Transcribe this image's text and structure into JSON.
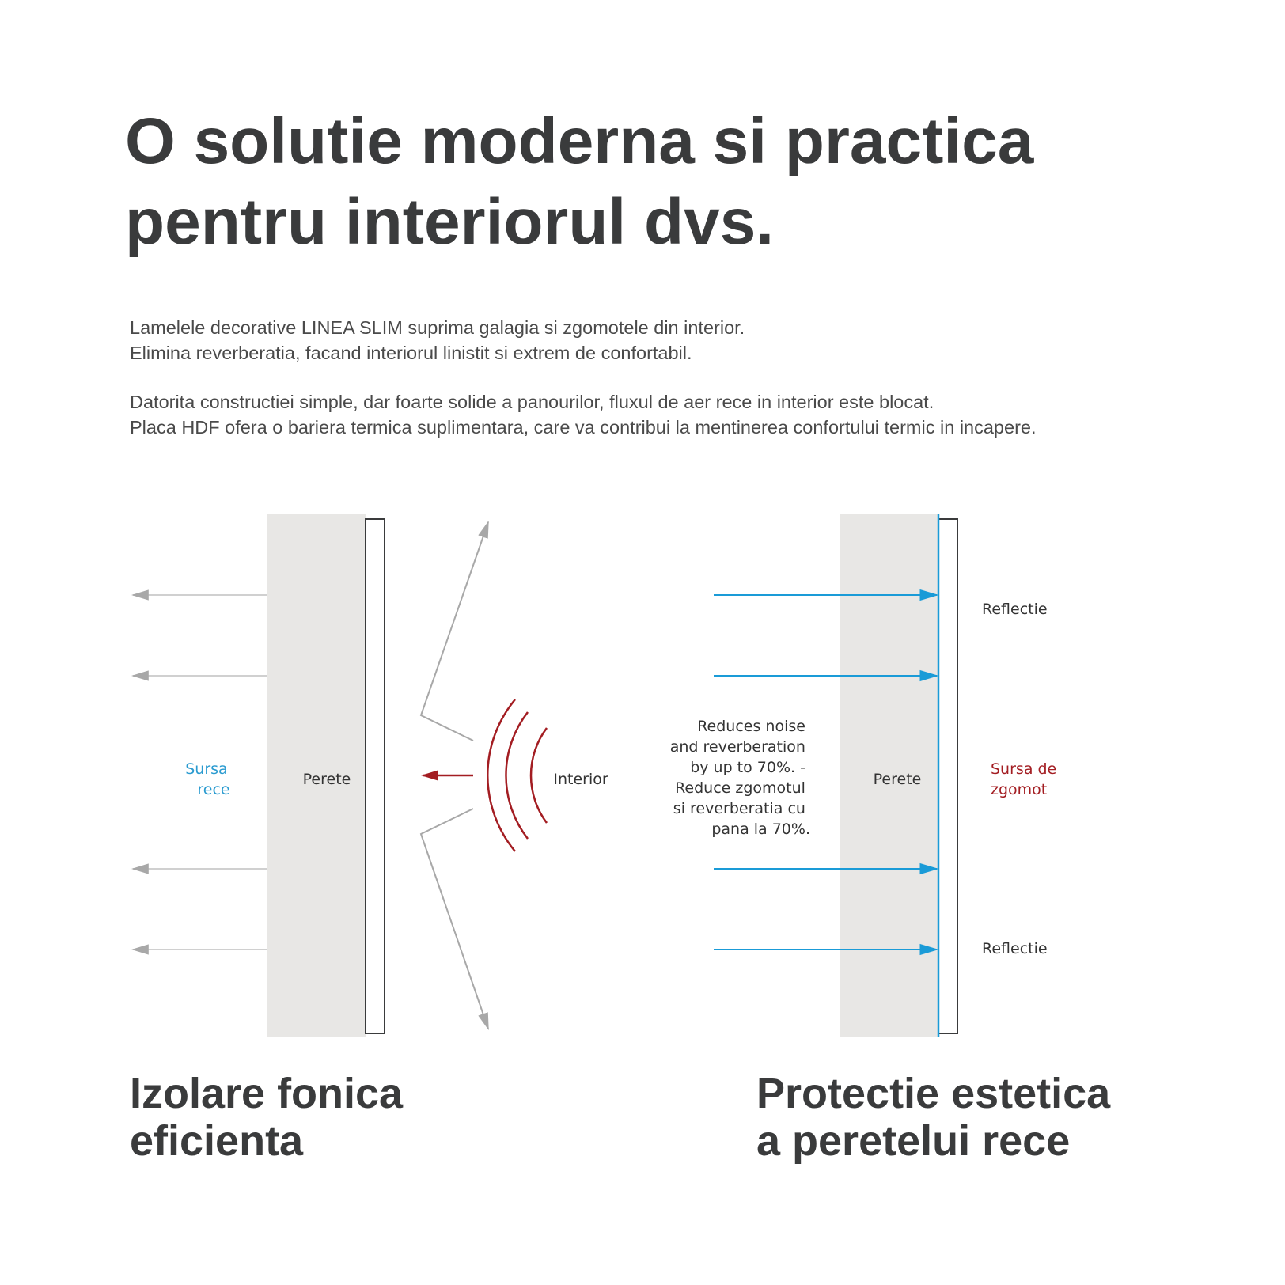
{
  "headline": {
    "line1": "O solutie moderna si practica",
    "line2": "pentru interiorul dvs."
  },
  "intro": {
    "paragraph1": [
      "Lamelele decorative LINEA SLIM suprima galagia si zgomotele din interior.",
      "Elimina reverberatia, facand interiorul linistit si extrem de confortabil."
    ],
    "paragraph2": [
      "Datorita constructiei simple, dar foarte solide a panourilor, fluxul de aer rece in interior este blocat.",
      "Placa HDF ofera o bariera termica suplimentara, care va contribui la mentinerea confortului termic in incapere."
    ]
  },
  "left_diagram": {
    "cold_source": [
      "Sursa",
      "rece"
    ],
    "wall_label": "Perete",
    "interior_label": "Interior",
    "caption": [
      "Izolare fonica",
      "eficienta"
    ]
  },
  "right_diagram": {
    "benefit_text": [
      "Reduces noise",
      "and reverberation",
      "by up to 70%. -",
      "Reduce zgomotul",
      "si reverberatia cu",
      "pana la 70%."
    ],
    "wall_label": "Perete",
    "reflection_top": "Reflectie",
    "reflection_bottom": "Reflectie",
    "noise_source": [
      "Sursa de",
      "zgomot"
    ],
    "caption": [
      "Protectie estetica",
      "a peretelui rece"
    ]
  },
  "colors": {
    "text_dark": "#3a3b3c",
    "wall_fill": "#e8e7e5",
    "cold_blue": "#1a9bd7",
    "sound_red": "#a31d22",
    "arrow_grey": "#d0d0d0",
    "reflection_grey": "#a8a8a8"
  }
}
